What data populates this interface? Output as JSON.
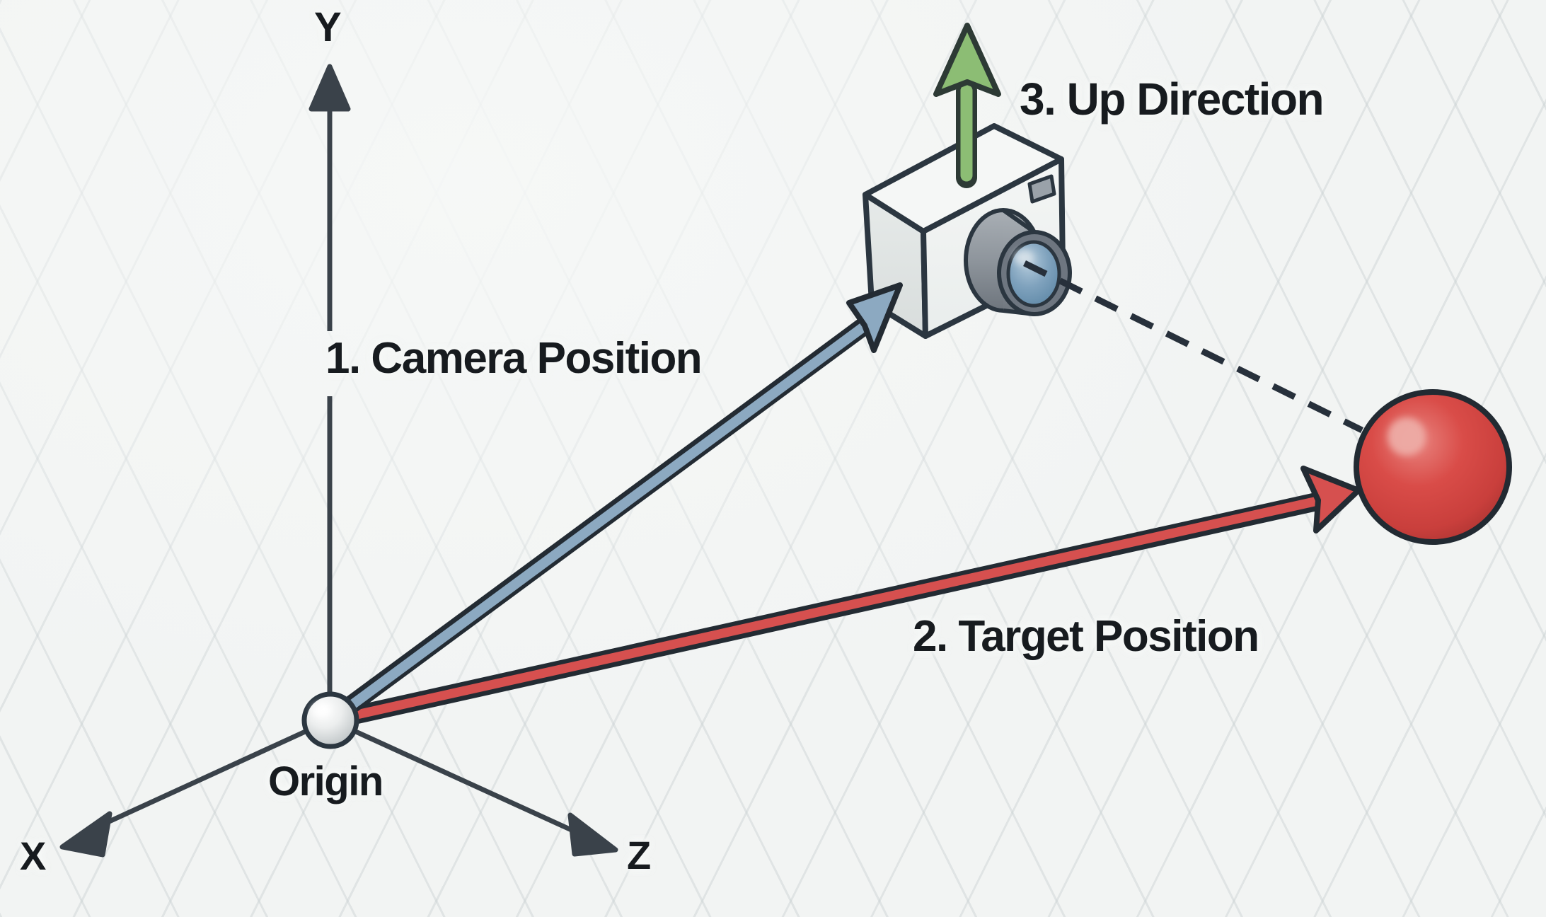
{
  "diagram": {
    "description_type": "3d-camera-look-at-diagram",
    "background_color": "#f2f4f3",
    "grid_color": "#cad1d3",
    "axes": {
      "color": "#3a424a",
      "y_label": "Y",
      "x_label": "X",
      "z_label": "Z",
      "origin_label": "Origin"
    },
    "annotations": {
      "camera_position": "1. Camera Position",
      "target_position": "2. Target Position",
      "up_direction": "3. Up Direction",
      "text_color": "#171b1f"
    },
    "vectors": [
      {
        "name": "camera-position-vector",
        "number": 1,
        "from": "origin",
        "to": "camera",
        "color": "#8ca9c1"
      },
      {
        "name": "target-position-vector",
        "number": 2,
        "from": "origin",
        "to": "target-sphere",
        "color": "#d6504f"
      },
      {
        "name": "up-direction-vector",
        "number": 3,
        "from": "camera-top",
        "to": "up",
        "color": "#8cbd74"
      }
    ],
    "objects": {
      "camera": {
        "body_color": "#f0f3f2",
        "lens_glass_color": "#7fa2bd",
        "outline_color": "#2b3640"
      },
      "target_sphere": {
        "color": "#d8504b",
        "outline_color": "#222a32"
      },
      "origin_marker": {
        "color": "#e9eceb"
      },
      "sight_line": {
        "style": "dashed",
        "color": "#27303b"
      }
    }
  }
}
